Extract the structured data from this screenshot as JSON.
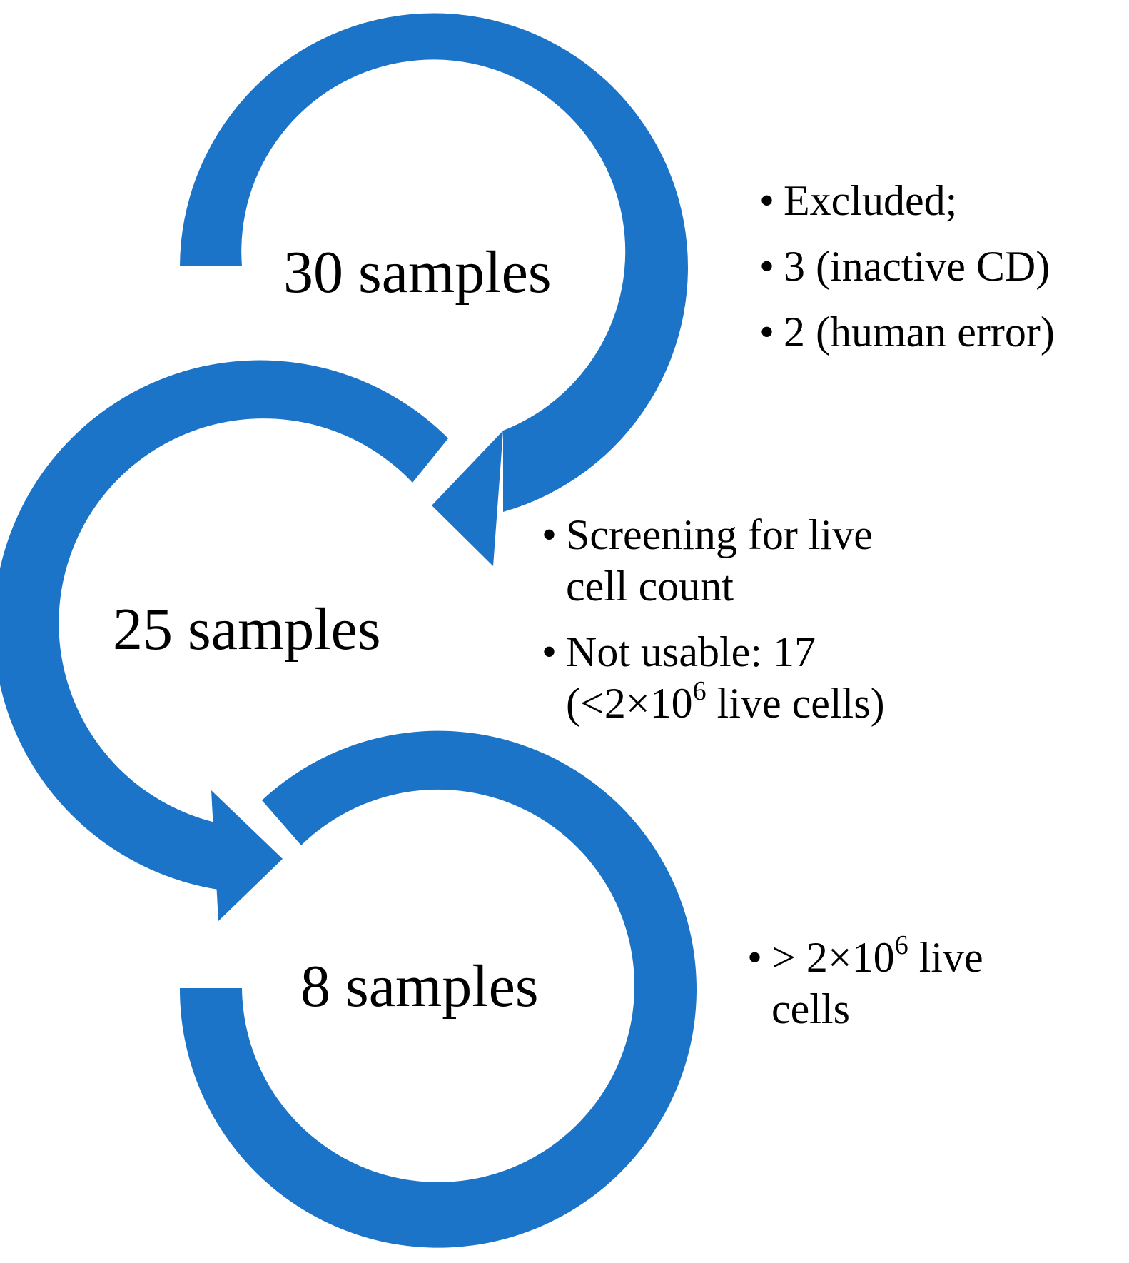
{
  "colors": {
    "arrow": "#1B74C7",
    "text": "#000000",
    "background": "#ffffff"
  },
  "stages": [
    {
      "label": "30 samples"
    },
    {
      "label": "25 samples"
    },
    {
      "label": "8 samples"
    }
  ],
  "notes": {
    "stage1": {
      "items": [
        "Excluded;",
        "3 (inactive CD)",
        "2 (human error)"
      ]
    },
    "stage2": {
      "screening": {
        "line1": "Screening for live",
        "line2": "cell count"
      },
      "not_usable": {
        "line1": "Not usable: 17",
        "line2_pre": "(<2×10",
        "line2_sup": "6",
        "line2_post": " live cells)"
      }
    },
    "stage3": {
      "line1_pre": "> 2×10",
      "line1_sup": "6",
      "line1_post": " live",
      "line2": "cells"
    }
  },
  "bullet_glyph": "•"
}
